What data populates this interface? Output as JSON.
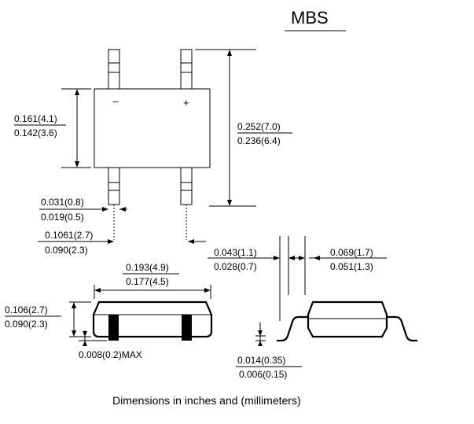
{
  "title": "MBS",
  "caption": "Dimensions in inches and (millimeters)",
  "top_view": {
    "minus_label": "−",
    "plus_label": "+",
    "body_height": {
      "max": "0.161(4.1)",
      "min": "0.142(3.6)"
    },
    "overall_length": {
      "max": "0.252(7.0)",
      "min": "0.236(6.4)"
    },
    "lead_width": {
      "max": "0.031(0.8)",
      "min": "0.019(0.5)"
    },
    "lead_pitch": {
      "max": "0.1061(2.7)",
      "min": "0.090(2.3)"
    }
  },
  "front_view": {
    "body_width": {
      "max": "0.193(4.9)",
      "min": "0.177(4.5)"
    },
    "body_height": {
      "max": "0.106(2.7)",
      "min": "0.090(2.3)"
    },
    "standoff": "0.008(0.2)MAX"
  },
  "side_view": {
    "lead_foot_left": {
      "max": "0.043(1.1)",
      "min": "0.028(0.7)"
    },
    "lead_foot_right": {
      "max": "0.069(1.7)",
      "min": "0.051(1.3)"
    },
    "lead_thickness": {
      "max": "0.014(0.35)",
      "min": "0.006(0.15)"
    }
  }
}
